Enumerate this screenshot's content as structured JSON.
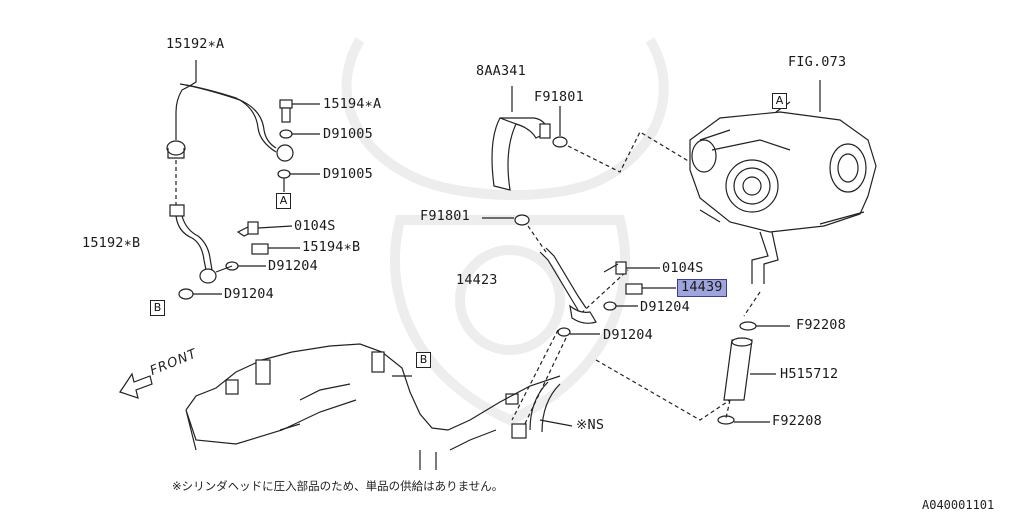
{
  "labels": {
    "p15192a": "15192∗A",
    "p15194a": "15194∗A",
    "d91005_1": "D91005",
    "d91005_2": "D91005",
    "p15192b": "15192∗B",
    "p0104s_1": "0104S",
    "p15194b": "15194∗B",
    "d91204_1": "D91204",
    "d91204_2": "D91204",
    "p8aa341": "8AA341",
    "f91801_1": "F91801",
    "f91801_2": "F91801",
    "fig073": "FIG.073",
    "p14423": "14423",
    "p0104s_2": "0104S",
    "p14439": "14439",
    "d91204_3": "D91204",
    "d91204_4": "D91204",
    "f92208_1": "F92208",
    "h515712": "H515712",
    "f92208_2": "F92208",
    "ns": "※NS",
    "front": "FRONT"
  },
  "refs": {
    "a_top": "A",
    "a_left": "A",
    "b_left": "B",
    "b_bottom": "B"
  },
  "footnote": "※シリンダヘッドに圧入部品のため、単品の供給はありません。",
  "diagram_code": "A040001101",
  "highlight_color": "#9ea5dd"
}
